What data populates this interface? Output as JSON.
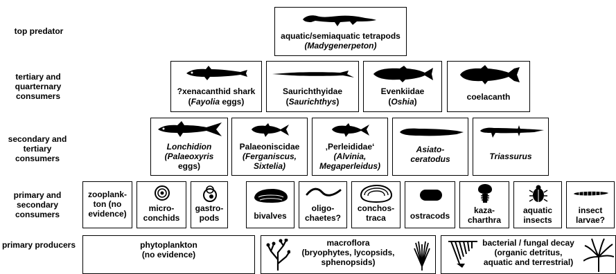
{
  "levels": {
    "top": "top predator",
    "tertiary": "tertiary and quarternary consumers",
    "secondary": "secondary and tertiary consumers",
    "primary": "primary and secondary consumers",
    "producers": "primary producers"
  },
  "top_predator": {
    "name": "aquatic/semiaquatic tetrapods",
    "taxon": "(Madygenerpeton)"
  },
  "tertiary": [
    {
      "name": "?xenacanthid shark",
      "taxon": "(Fayolia eggs)"
    },
    {
      "name": "Saurichthyidae",
      "taxon": "(Saurichthys)"
    },
    {
      "name": "Evenkiidae",
      "taxon": "(Oshia)"
    },
    {
      "name": "coelacanth",
      "taxon": ""
    }
  ],
  "secondary": [
    {
      "line1": "Lonchidion",
      "line2": "(Palaeoxyris",
      "line3": "eggs)"
    },
    {
      "line1": "Palaeoniscidae",
      "line2": "(Ferganiscus,",
      "line3": "Sixtelia)"
    },
    {
      "line1": "‚Perleididae‘",
      "line2": "(Alvinia,",
      "line3": "Megaperleidus)"
    },
    {
      "line1": "Asiato-",
      "line2": "ceratodus",
      "line3": ""
    },
    {
      "line1": "Triassurus",
      "line2": "",
      "line3": ""
    }
  ],
  "primary": [
    {
      "line1": "zooplank-",
      "line2": "ton (no",
      "line3": "evidence)"
    },
    {
      "line1": "micro-",
      "line2": "conchids",
      "line3": ""
    },
    {
      "line1": "gastro-",
      "line2": "pods",
      "line3": ""
    },
    {
      "line1": "bivalves",
      "line2": "",
      "line3": ""
    },
    {
      "line1": "oligo-",
      "line2": "chaetes?",
      "line3": ""
    },
    {
      "line1": "conchos-",
      "line2": "traca",
      "line3": ""
    },
    {
      "line1": "ostracods",
      "line2": "",
      "line3": ""
    },
    {
      "line1": "kaza-",
      "line2": "charthra",
      "line3": ""
    },
    {
      "line1": "aquatic",
      "line2": "insects",
      "line3": ""
    },
    {
      "line1": "insect",
      "line2": "larvae?",
      "line3": ""
    }
  ],
  "producers": [
    {
      "line1": "phytoplankton",
      "line2": "(no evidence)",
      "line3": ""
    },
    {
      "line1": "macroflora",
      "line2": "(bryophytes, lycopsids,",
      "line3": "sphenopsids)"
    },
    {
      "line1": "bacterial / fungal decay",
      "line2": "(organic detritus,",
      "line3": "aquatic and terrestrial)"
    }
  ]
}
